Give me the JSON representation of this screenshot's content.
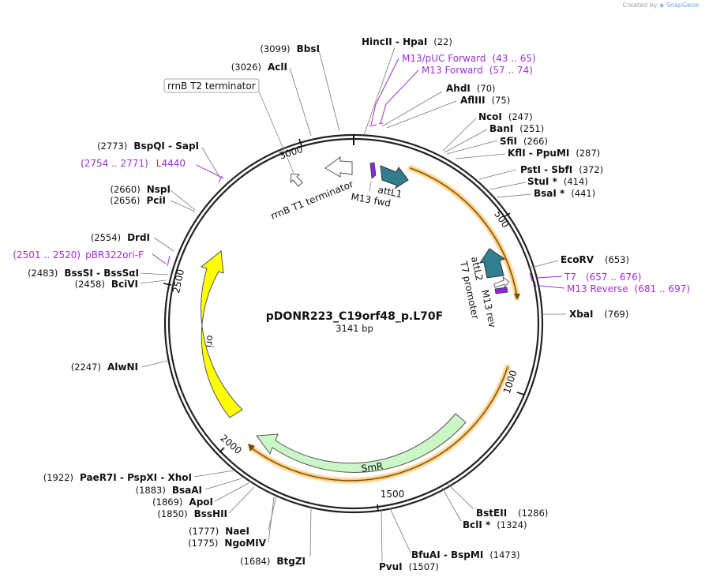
{
  "credit": {
    "prefix": "Created by",
    "brand": "SnapGene"
  },
  "plasmid": {
    "name": "pDONR223_C19orf48_p.L70F",
    "size_label": "3141 bp",
    "length": 3141
  },
  "ticks": [
    "500",
    "1000",
    "1500",
    "2000",
    "2500",
    "3000"
  ],
  "colors": {
    "backbone": "#222222",
    "smr": "#c9f7c6",
    "ori": "#ffff00",
    "att": "#2f7f8f",
    "primer": "#a02fd6",
    "promoter_highlight": "#f6a623"
  },
  "features": [
    {
      "id": "attL1",
      "label": "attL1",
      "color": "#2f7f8f"
    },
    {
      "id": "m13fwd",
      "label": "M13 fwd",
      "color": "#8a2be2"
    },
    {
      "id": "rrnbt1",
      "label": "rrnB T1 terminator",
      "color": "#ffffff"
    },
    {
      "id": "rrnbt2",
      "label": "rrnB T2 terminator",
      "color": "#ffffff"
    },
    {
      "id": "attL2",
      "label": "attL2",
      "color": "#2f7f8f"
    },
    {
      "id": "m13rev",
      "label": "M13 rev",
      "color": "#8a2be2"
    },
    {
      "id": "t7prom",
      "label": "T7 promoter",
      "color": "#ffffff"
    },
    {
      "id": "smr",
      "label": "SmR",
      "color": "#c9f7c6"
    },
    {
      "id": "ori",
      "label": "ori",
      "color": "#ffff00"
    }
  ],
  "enzymes": [
    {
      "name": "HincII",
      "name2": "HpaI",
      "pos": "(22)"
    },
    {
      "name": "AhdI",
      "pos": "(70)"
    },
    {
      "name": "AflIII",
      "pos": "(75)"
    },
    {
      "name": "NcoI",
      "pos": "(247)"
    },
    {
      "name": "BanI",
      "pos": "(251)"
    },
    {
      "name": "SfiI",
      "pos": "(266)"
    },
    {
      "name": "KflI",
      "name2": "PpuMI",
      "pos": "(287)"
    },
    {
      "name": "PstI",
      "name2": "SbfI",
      "pos": "(372)"
    },
    {
      "name": "StuI *",
      "pos": "(414)"
    },
    {
      "name": "BsaI *",
      "pos": "(441)"
    },
    {
      "name": "EcoRV",
      "pos": "(653)"
    },
    {
      "name": "XbaI",
      "pos": "(769)"
    },
    {
      "name": "BstEII",
      "pos": "(1286)"
    },
    {
      "name": "BclI *",
      "pos": "(1324)"
    },
    {
      "name": "BfuAI",
      "name2": "BspMI",
      "pos": "(1473)"
    },
    {
      "name": "PvuI",
      "pos": "(1507)"
    },
    {
      "name": "BtgZI",
      "pos": "(1684)"
    },
    {
      "name": "NaeI",
      "pos": "(1777)"
    },
    {
      "name": "NgoMIV",
      "pos": "(1775)"
    },
    {
      "name": "BssHII",
      "pos": "(1850)"
    },
    {
      "name": "ApoI",
      "pos": "(1869)"
    },
    {
      "name": "BsaAI",
      "pos": "(1883)"
    },
    {
      "name": "PaeR7I",
      "name2": "PspXI",
      "name3": "XhoI",
      "pos": "(1922)"
    },
    {
      "name": "AlwNI",
      "pos": "(2247)"
    },
    {
      "name": "BssSI",
      "name2": "BssSαI",
      "pos": "(2483)"
    },
    {
      "name": "BciVI",
      "pos": "(2458)"
    },
    {
      "name": "DrdI",
      "pos": "(2554)"
    },
    {
      "name": "NspI",
      "pos": "(2660)"
    },
    {
      "name": "PciI",
      "pos": "(2656)"
    },
    {
      "name": "BspQI",
      "name2": "SapI",
      "pos": "(2773)"
    },
    {
      "name": "AclI",
      "pos": "(3026)"
    },
    {
      "name": "BbsI",
      "pos": "(3099)"
    }
  ],
  "primers": [
    {
      "name": "M13/pUC Forward",
      "range": "(43 .. 65)"
    },
    {
      "name": "M13 Forward",
      "range": "(57 .. 74)"
    },
    {
      "name": "L4440",
      "range": "(2754 .. 2771)"
    },
    {
      "name": "pBR322ori-F",
      "range": "(2501 .. 2520)"
    },
    {
      "name": "T7",
      "range": "(657 .. 676)"
    },
    {
      "name": "M13 Reverse",
      "range": "(681 .. 697)"
    }
  ]
}
